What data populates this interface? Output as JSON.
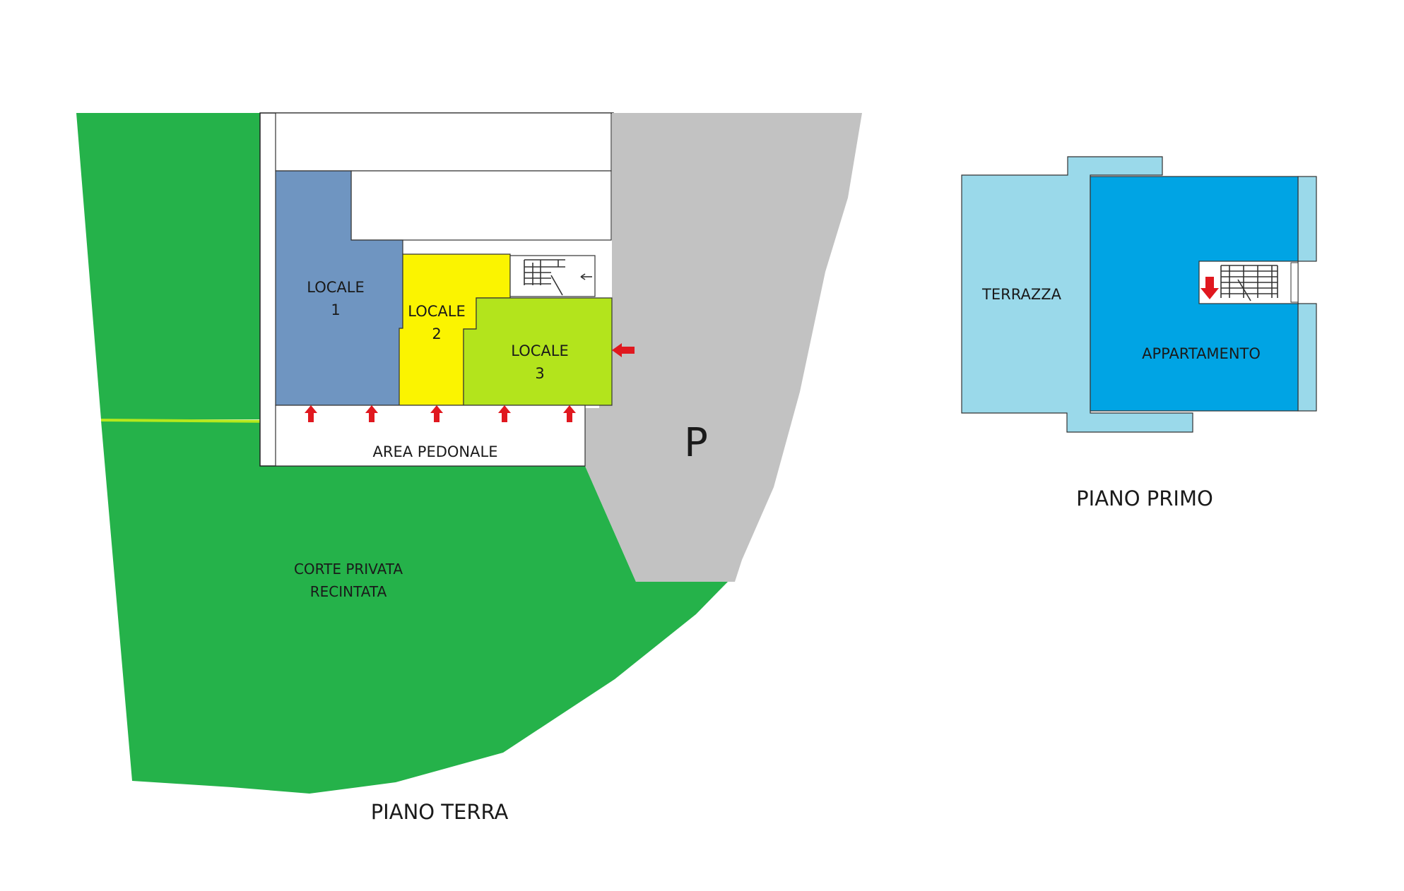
{
  "colors": {
    "garden": "#25b24a",
    "parking": "#c2c2c2",
    "locale1": "#6f95c1",
    "locale2": "#fbf400",
    "locale3": "#b3e41c",
    "arrow": "#e0181f",
    "terrace": "#9ad9ea",
    "apartment": "#00a4e4",
    "divider": "#b4e81c"
  },
  "ground_floor": {
    "title": "PIANO TERRA",
    "garden": {
      "line1": "CORTE PRIVATA",
      "line2": "RECINTATA"
    },
    "parking": {
      "label": "P"
    },
    "pedestrian_area": {
      "label": "AREA PEDONALE"
    },
    "units": [
      {
        "line1": "LOCALE",
        "line2": "1"
      },
      {
        "line1": "LOCALE",
        "line2": "2"
      },
      {
        "line1": "LOCALE",
        "line2": "3"
      }
    ]
  },
  "first_floor": {
    "title": "PIANO PRIMO",
    "terrace": {
      "label": "TERRAZZA"
    },
    "apartment": {
      "label": "APPARTAMENTO"
    }
  }
}
